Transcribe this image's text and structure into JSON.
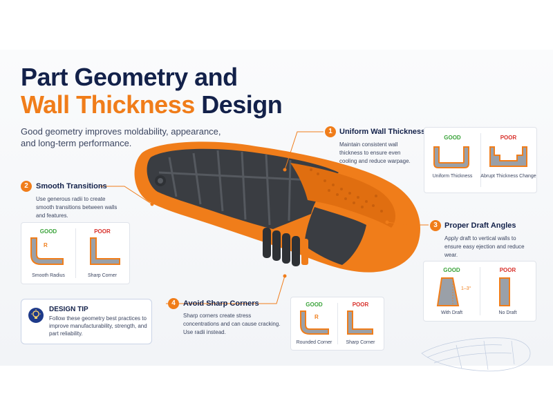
{
  "title": {
    "line1": "Part Geometry and",
    "accent": "Wall Thickness",
    "rest": "Design"
  },
  "subtitle": "Good geometry improves moldability, appearance, and long-term performance.",
  "colors": {
    "accent": "#f07d1a",
    "navy": "#13214a",
    "good": "#3aa33a",
    "poor": "#d8302a",
    "part_dark": "#3a3d42"
  },
  "callouts": [
    {
      "number": "1",
      "title": "Uniform Wall Thickness",
      "description": "Maintain consistent wall thickness to ensure even cooling and reduce warpage."
    },
    {
      "number": "2",
      "title": "Smooth Transitions",
      "description": "Use generous radii to create smooth transitions between walls and features."
    },
    {
      "number": "3",
      "title": "Proper Draft Angles",
      "description": "Apply draft to vertical walls to ensure easy ejection and reduce wear."
    },
    {
      "number": "4",
      "title": "Avoid Sharp Corners",
      "description": "Sharp corners create stress concentrations and can cause cracking. Use radii instead."
    }
  ],
  "comparisons": {
    "wall": {
      "good_label": "GOOD",
      "poor_label": "POOR",
      "good_caption": "Uniform Thickness",
      "poor_caption": "Abrupt Thickness Change"
    },
    "transition": {
      "good_label": "GOOD",
      "poor_label": "POOR",
      "good_caption": "Smooth Radius",
      "poor_caption": "Sharp Corner",
      "radius_mark": "R"
    },
    "draft": {
      "good_label": "GOOD",
      "poor_label": "POOR",
      "good_caption": "With Draft",
      "poor_caption": "No Draft",
      "angle_mark": "1–3°"
    },
    "corners": {
      "good_label": "GOOD",
      "poor_label": "POOR",
      "good_caption": "Rounded Corner",
      "poor_caption": "Sharp Corner",
      "radius_mark": "R"
    }
  },
  "design_tip": {
    "title": "DESIGN TIP",
    "text": "Follow these geometry best practices to improve manufacturability, strength, and part reliability."
  }
}
